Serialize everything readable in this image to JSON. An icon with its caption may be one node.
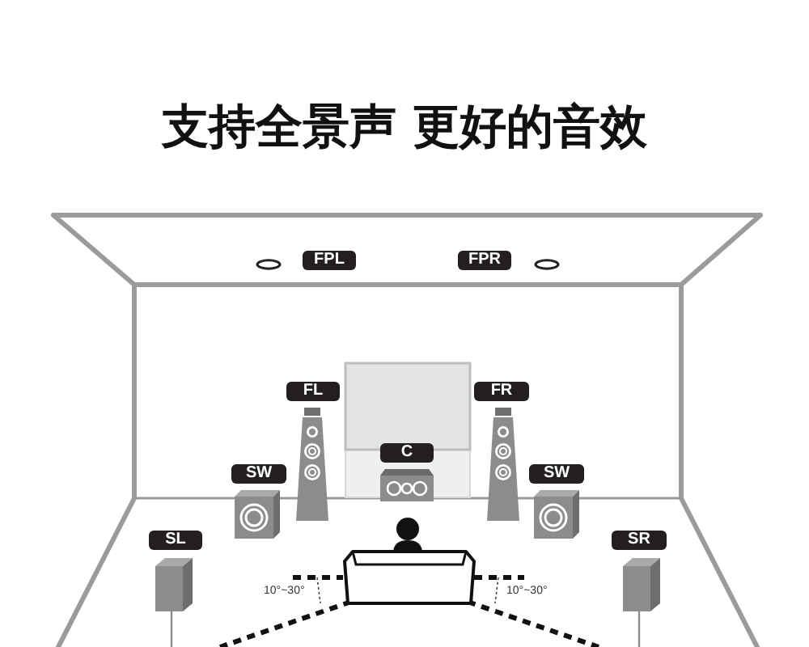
{
  "diagram": {
    "title": "支持全景声 更好的音效",
    "labels": [
      "FPL",
      "FPR",
      "FL",
      "FR",
      "C",
      "SW",
      "SW",
      "SL",
      "SR",
      "10°~30°",
      "10°~30°"
    ]
  }
}
